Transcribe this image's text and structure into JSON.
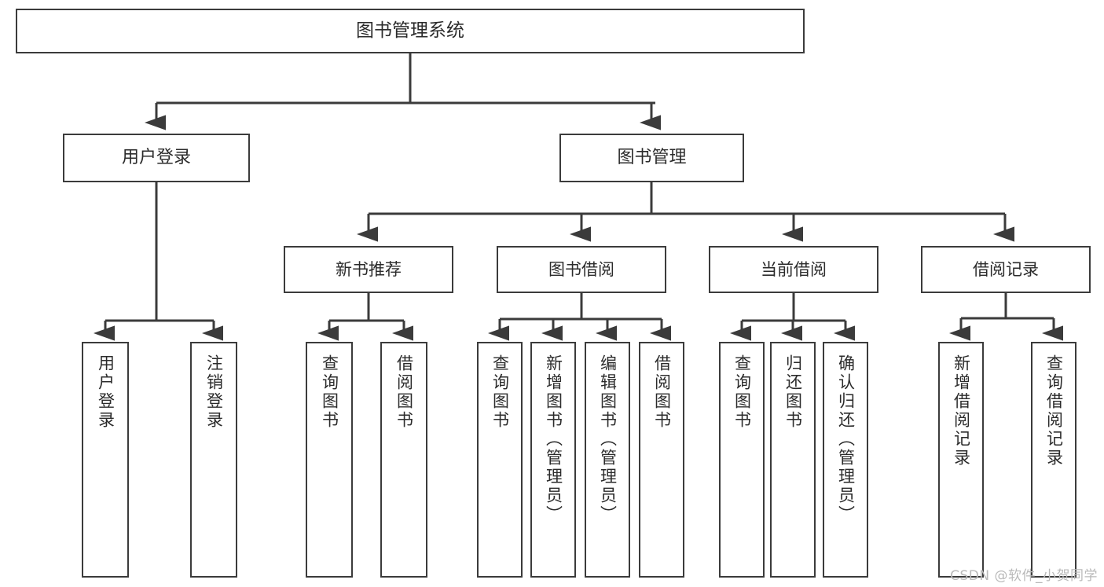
{
  "diagram": {
    "title": "图书管理系统",
    "type": "tree-hierarchy-chart",
    "watermark": "CSDN @软件_小贺同学",
    "colors": {
      "stroke": "#3b3b3b",
      "fill": "#ffffff",
      "text": "#2b2b2b",
      "watermark": "#b9b9b9"
    },
    "root": {
      "label": "图书管理系统"
    },
    "level1": [
      {
        "label": "用户登录"
      },
      {
        "label": "图书管理"
      }
    ],
    "level2": [
      {
        "label": "新书推荐"
      },
      {
        "label": "图书借阅"
      },
      {
        "label": "当前借阅"
      },
      {
        "label": "借阅记录"
      }
    ],
    "leaves": {
      "user_login": [
        {
          "label": "用户登录"
        },
        {
          "label": "注销登录"
        }
      ],
      "new_book_recommend": [
        {
          "label": "查询图书"
        },
        {
          "label": "借阅图书"
        }
      ],
      "book_borrow": [
        {
          "label": "查询图书"
        },
        {
          "label": "新增图书（管理员）"
        },
        {
          "label": "编辑图书（管理员）"
        },
        {
          "label": "借阅图书"
        }
      ],
      "current_borrow": [
        {
          "label": "查询图书"
        },
        {
          "label": "归还图书"
        },
        {
          "label": "确认归还（管理员）"
        }
      ],
      "borrow_records": [
        {
          "label": "新增借阅记录"
        },
        {
          "label": "查询借阅记录"
        }
      ]
    }
  }
}
